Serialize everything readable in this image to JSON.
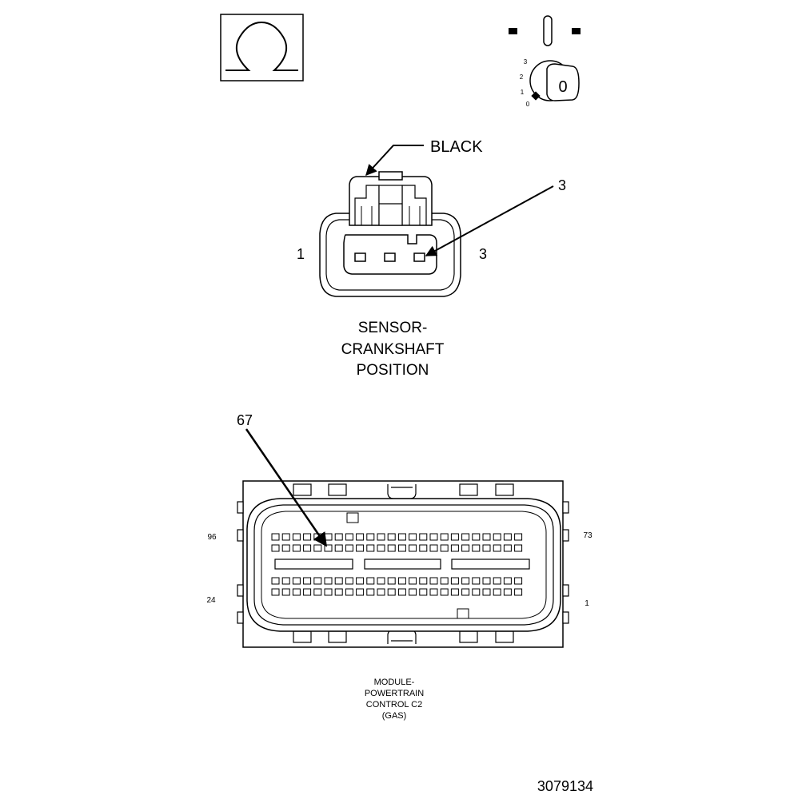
{
  "ignition_key": {
    "positions": [
      "3",
      "2",
      "1",
      "0"
    ],
    "key_label": "0"
  },
  "sensor_connector": {
    "color_label": "BLACK",
    "callout_pin": "3",
    "left_pin": "1",
    "right_pin": "3",
    "title_lines": [
      "SENSOR-",
      "CRANKSHAFT",
      "POSITION"
    ]
  },
  "pcm_connector": {
    "callout_pin": "67",
    "pin_top_left": "96",
    "pin_top_right": "73",
    "pin_bottom_left": "24",
    "pin_bottom_right": "1",
    "title_lines": [
      "MODULE-",
      "POWERTRAIN",
      "CONTROL C2",
      "(GAS)"
    ]
  },
  "figure_id": "3079134"
}
